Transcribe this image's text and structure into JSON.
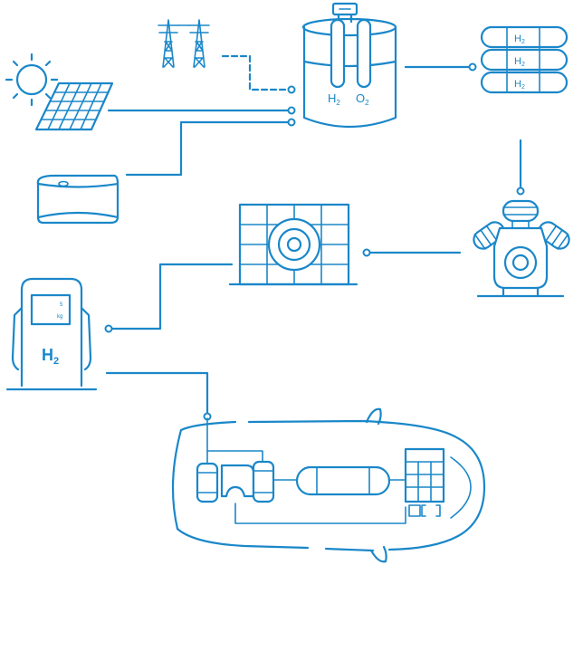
{
  "labels": {
    "tank_h2": "H",
    "tank_o2": "O",
    "subscript_2": "2",
    "storage_h2": "H",
    "pump_h2": "H",
    "pump_display_value": "5",
    "pump_display_unit": "kg"
  },
  "colors": {
    "stroke": "#1a87c9",
    "background": "#ffffff"
  }
}
